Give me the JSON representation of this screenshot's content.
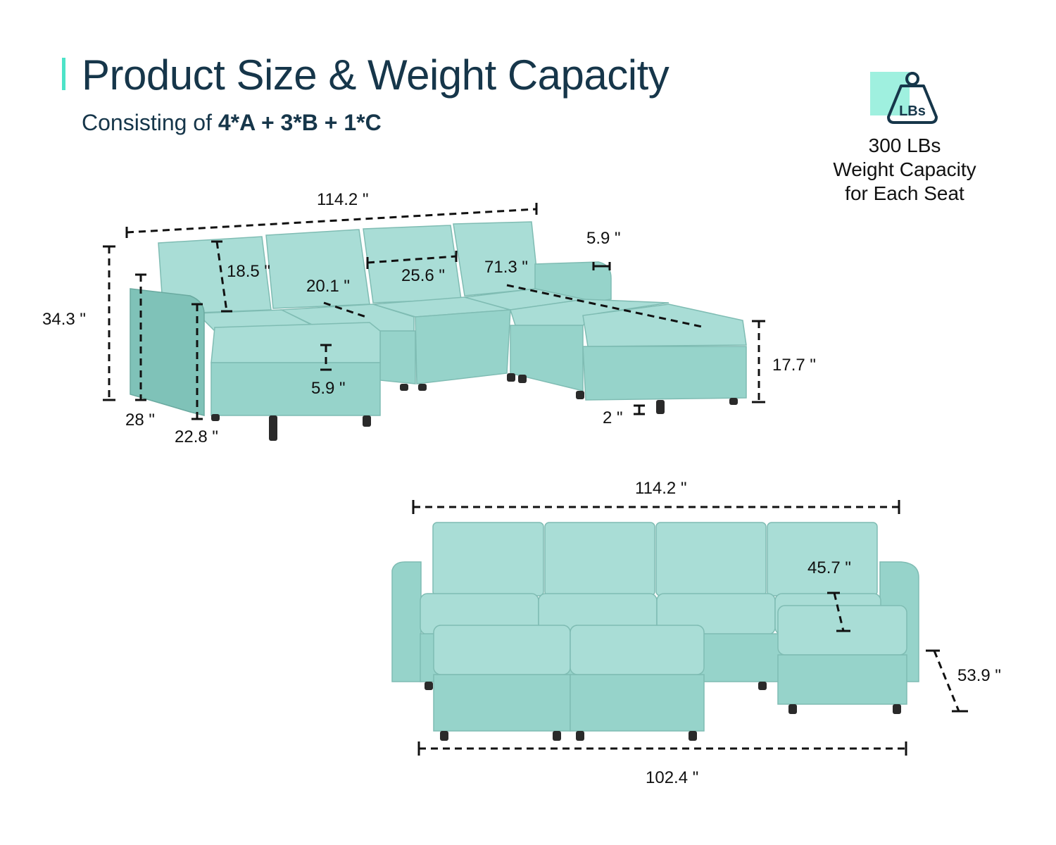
{
  "header": {
    "title": "Product Size & Weight Capacity",
    "subtitle_prefix": "Consisting of ",
    "subtitle_formula": "4*A + 3*B + 1*C"
  },
  "capacity": {
    "icon": "weight-lbs-icon",
    "icon_label": "LBs",
    "line1": "300 LBs",
    "line2": "Weight Capacity",
    "line3": "for Each Seat"
  },
  "diagram_top": {
    "overall_width": "114.2 \"",
    "back_cushion_height": "18.5 \"",
    "seat_depth": "20.1 \"",
    "seat_width": "25.6 \"",
    "chaise_length": "71.3 \"",
    "arm_width": "5.9 \"",
    "overall_height": "34.3 \"",
    "arm_height": "28 \"",
    "seat_height": "22.8 \"",
    "cushion_thickness": "5.9 \"",
    "ottoman_height": "17.7 \"",
    "leg_height": "2 \""
  },
  "diagram_bottom": {
    "overall_width": "114.2 \"",
    "seat_depth_with_ottoman": "45.7 \"",
    "chaise_depth": "53.9 \"",
    "bottom_width": "102.4 \""
  },
  "colors": {
    "title": "#16364a",
    "accent": "#4de3c8",
    "sofa_light": "#a9ddd6",
    "sofa_mid": "#8fcfc6",
    "sofa_dark": "#6fb3a9",
    "legs": "#2a2a2a"
  }
}
